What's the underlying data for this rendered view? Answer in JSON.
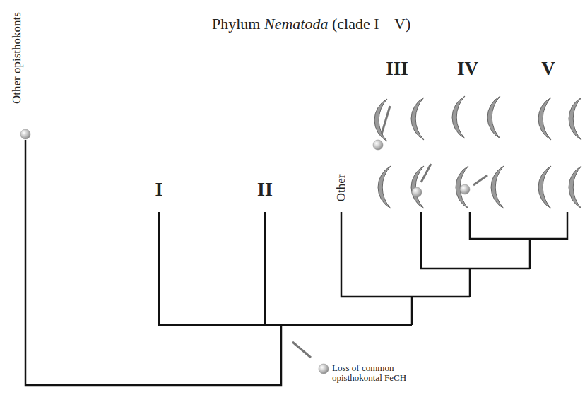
{
  "diagram": {
    "title": "Phylum Nematoda (clade I – V)",
    "labels": [
      "Other opisthokonts",
      "I",
      "II",
      "Other",
      "III",
      "IV",
      "V",
      "Loss of common opisthokontal FeCH"
    ]
  }
}
